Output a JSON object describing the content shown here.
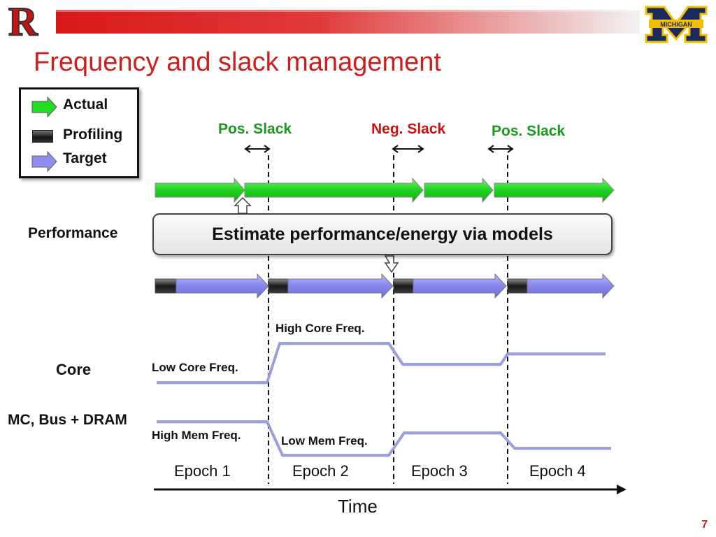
{
  "slide": {
    "title": "Frequency and slack management",
    "page_number": "7"
  },
  "legend": {
    "actual": "Actual",
    "profiling": "Profiling",
    "target": "Target"
  },
  "slack_labels": {
    "pos1": "Pos. Slack",
    "neg": "Neg. Slack",
    "pos2": "Pos. Slack"
  },
  "rows": {
    "performance": "Performance",
    "core": "Core",
    "memory": "MC, Bus + DRAM"
  },
  "model_box": "Estimate performance/energy via models",
  "frequency_labels": {
    "high_core": "High Core Freq.",
    "low_core": "Low Core Freq.",
    "high_mem": "High Mem Freq.",
    "low_mem": "Low Mem Freq."
  },
  "epochs": [
    "Epoch 1",
    "Epoch 2",
    "Epoch 3",
    "Epoch 4"
  ],
  "time_label": "Time",
  "colors": {
    "title_red": "#cc1f1f",
    "actual_green": "#22dd22",
    "target_blue": "#8c8ff0",
    "pos_slack_green": "#1a9a1a",
    "neg_slack_red": "#cc1111",
    "freq_line": "#9d9fe6"
  },
  "logos": {
    "left": "R",
    "right": "MICHIGAN"
  }
}
